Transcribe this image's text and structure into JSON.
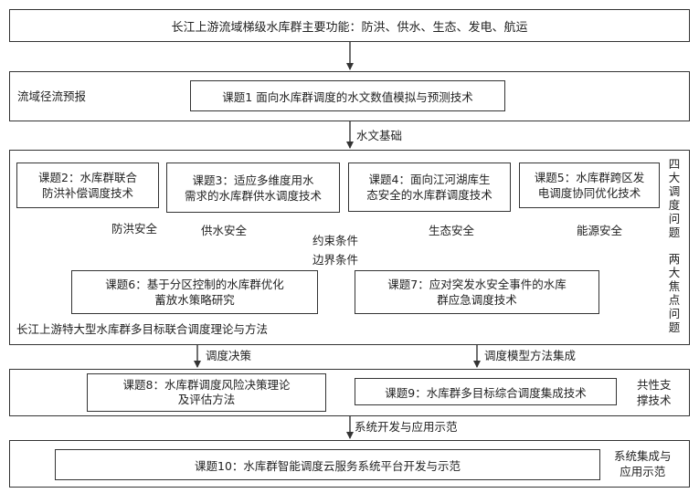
{
  "top_box": "长江上游流域梯级水库群主要功能：防洪、供水、生态、发电、航运",
  "runoff": {
    "label": "流域径流预报",
    "project1": "课题1 面向水库群调度的水文数值模拟与预测技术"
  },
  "hydro_basis": "水文基础",
  "section_main": {
    "project2": [
      "课题2：水库群联合",
      "防洪补偿调度技术"
    ],
    "project3": [
      "课题3：适应多维度用水",
      "需求的水库群供水调度技术"
    ],
    "project4": [
      "课题4：面向江河湖库生",
      "态安全的水库群调度技术"
    ],
    "project5": [
      "课题5：水库群跨区发",
      "电调度协同优化技术"
    ],
    "flood_safety": "防洪安全",
    "water_safety": "供水安全",
    "eco_safety": "生态安全",
    "energy_safety": "能源安全",
    "constraint": "约束条件",
    "boundary": "边界条件",
    "project6": [
      "课题6：基于分区控制的水库群优化",
      "蓄放水策略研究"
    ],
    "project7": [
      "课题7：应对突发水安全事件的水库",
      "群应急调度技术"
    ],
    "bottom_label": "长江上游特大型水库群多目标联合调度理论与方法",
    "four_issues": "四大调度问题",
    "two_focus": "两大焦点问题"
  },
  "decision": "调度决策",
  "model_integration": "调度模型方法集成",
  "common": {
    "project8": [
      "课题8：水库群调度风险决策理论",
      "及评估方法"
    ],
    "project9": "课题9：水库群多目标综合调度集成技术",
    "label": [
      "共性支",
      "撑技术"
    ]
  },
  "system_dev": "系统开发与应用示范",
  "integration": {
    "project10": "课题10：水库群智能调度云服务系统平台开发与示范",
    "label": [
      "系统集成与",
      "应用示范"
    ]
  }
}
